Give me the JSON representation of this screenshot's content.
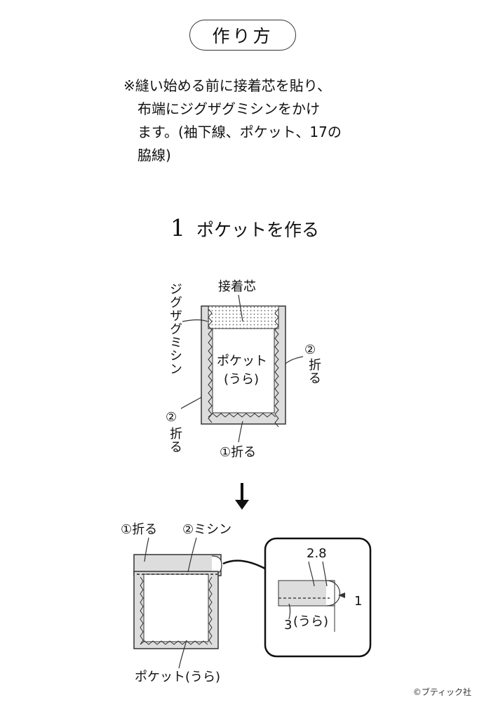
{
  "title": "作り方",
  "note": "※縫い始める前に接着芯を貼り、\n　布端にジグザグミシンをかけ\n　ます。(袖下線、ポケット、17の\n　脇線)",
  "step": {
    "number": "1",
    "text": "ポケットを作る"
  },
  "diagram1": {
    "label_interfacing": "接着芯",
    "label_zigzag": "ジグザグミシン",
    "label_pocket": "ポケット",
    "label_reverse": "(うら)",
    "label_fold2_right_num": "②",
    "label_fold2_right_text": "折る",
    "label_fold2_left_num": "②",
    "label_fold2_left_text": "折る",
    "label_fold1": "①折る"
  },
  "diagram2": {
    "label_fold1": "①折る",
    "label_stitch2": "②ミシン",
    "label_pocket": "ポケット(うら)"
  },
  "detail": {
    "label_width": "2.8",
    "label_fold": "1",
    "label_depth": "3",
    "label_reverse": "(うら)"
  },
  "arrow_icon": "down-arrow-icon",
  "credit": "©ブティック社"
}
